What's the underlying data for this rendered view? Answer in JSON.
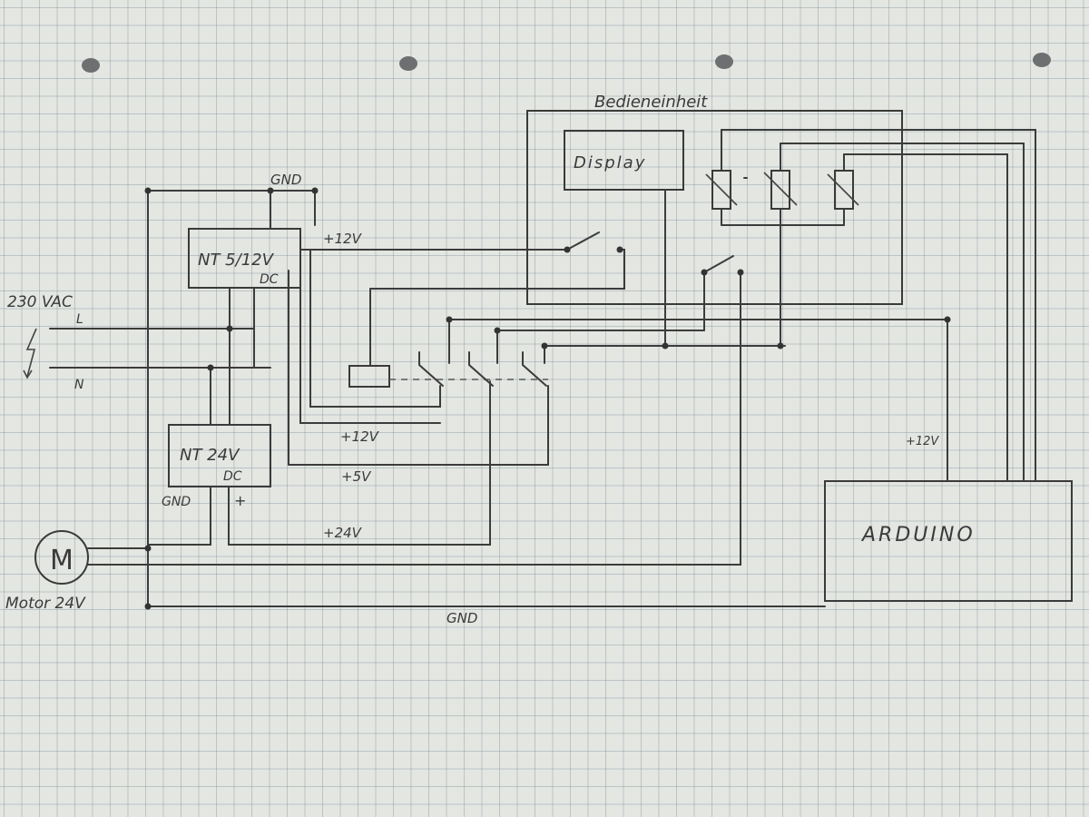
{
  "labels": {
    "operating_unit": "Bedieneinheit",
    "display": "Display",
    "psu_5_12": "NT 5/12V",
    "psu_5_12_dc": "DC",
    "psu_24": "NT 24V",
    "psu_24_dc": "DC",
    "gnd_psu24": "GND",
    "plus_psu24": "+",
    "mains": "230 VAC",
    "mains_l": "L",
    "mains_n": "N",
    "motor_symbol": "M",
    "motor": "Motor 24V",
    "gnd_top": "GND",
    "gnd_bottom": "GND",
    "v12_top": "+12V",
    "v12_mid": "+12V",
    "v5": "+5V",
    "v24": "+24V",
    "v12_arduino": "+12V",
    "arduino": "ARDUINO"
  }
}
